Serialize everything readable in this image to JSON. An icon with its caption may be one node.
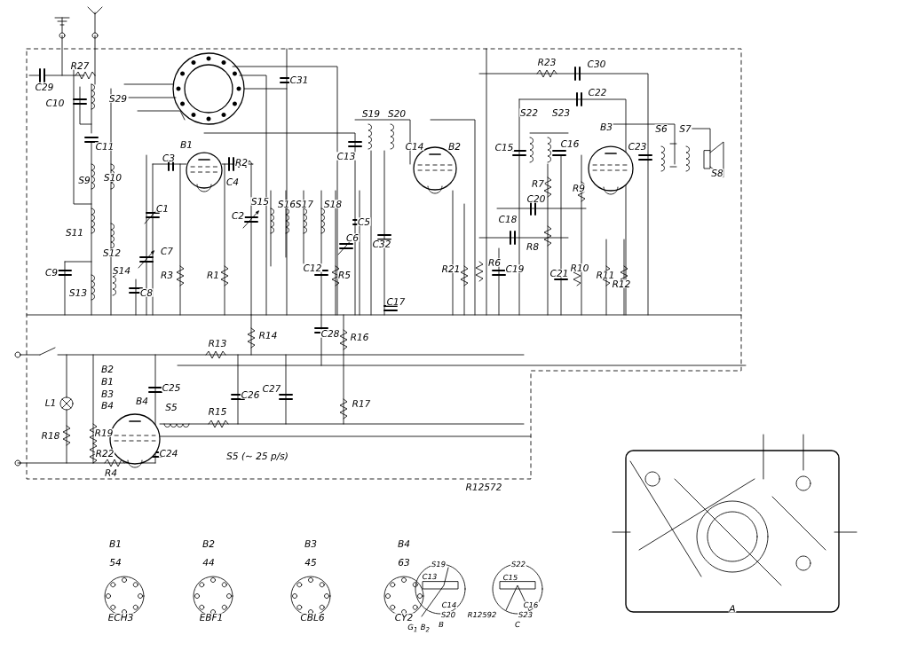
{
  "diagram": {
    "labels": [
      "R27",
      "C29",
      "C10",
      "S29",
      "C11",
      "S9",
      "S10",
      "S11",
      "S12",
      "C9",
      "S13",
      "S14",
      "C8",
      "C7",
      "C1",
      "C3",
      "B1",
      "R2",
      "C4",
      "C2",
      "S15",
      "S16",
      "S17",
      "S18",
      "C5",
      "C6",
      "R3",
      "R1",
      "C12",
      "R5",
      "C31",
      "C13",
      "S19",
      "S20",
      "C32",
      "C17",
      "C14",
      "B2",
      "R23",
      "C30",
      "C22",
      "S22",
      "S23",
      "B3",
      "C15",
      "C16",
      "C23",
      "S6",
      "S7",
      "S8",
      "R7",
      "R9",
      "C20",
      "C18",
      "R8",
      "R21",
      "R6",
      "C19",
      "C21",
      "R10",
      "R11",
      "R12",
      "R14",
      "C28",
      "R16",
      "R13",
      "B2",
      "B1",
      "B3",
      "C25",
      "C26",
      "C27",
      "L1",
      "B4",
      "B4",
      "S5",
      "R15",
      "R17",
      "R18",
      "R19",
      "R22",
      "C24",
      "S5 (∼ 25 p/s)",
      "R4",
      "R12572",
      "B1",
      "54",
      "ECH3",
      "B2",
      "44",
      "EBF1",
      "B3",
      "45",
      "CBL6",
      "B4",
      "63",
      "CY2",
      "S19",
      "C13",
      "C14",
      "S20",
      "G$_{1}$ B$_{2}$",
      "B",
      "R12592",
      "S22",
      "C15",
      "C16",
      "S23",
      "C",
      "A"
    ]
  }
}
